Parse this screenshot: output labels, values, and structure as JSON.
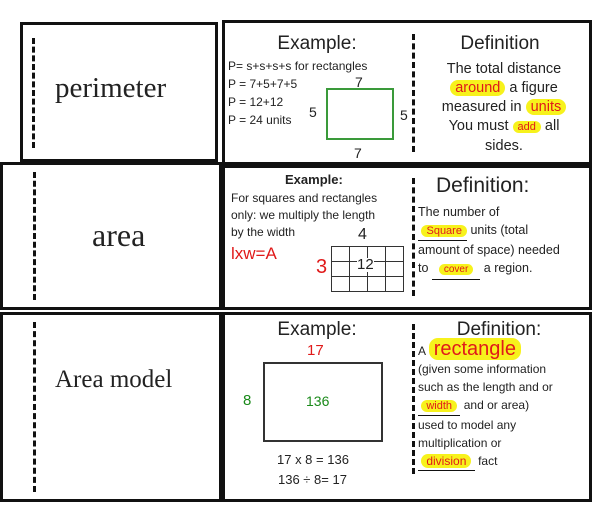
{
  "rows": [
    {
      "term": "perimeter",
      "example": {
        "heading": "Example:",
        "lines": [
          "P= s+s+s+s for rectangles",
          "P = 7+5+7+5",
          "P = 12+12",
          "P = 24 units"
        ],
        "labels": {
          "top": "7",
          "left": "5",
          "right": "5",
          "bottom": "7"
        }
      },
      "definition": {
        "heading": "Definition",
        "text1": "The total distance",
        "fill_around": "around",
        "text2": "a figure",
        "text3": "measured in",
        "fill_units": "units",
        "text4": "You must",
        "fill_add": "add",
        "text5": "all",
        "text6": "sides."
      }
    },
    {
      "term": "area",
      "example": {
        "heading": "Example:",
        "lines": [
          "For squares and rectangles",
          "only: we multiply the length",
          "by the width"
        ],
        "formula": "lxw=A",
        "grid_top": "4",
        "grid_left": "3",
        "grid_center": "12"
      },
      "definition": {
        "heading": "Definition:",
        "text1": "The number of",
        "fill_square": "Square",
        "text2": "units (total",
        "text3": "amount of space) needed",
        "text4": "to",
        "fill_cover": "cover",
        "text5": "a region."
      }
    },
    {
      "term": "Area model",
      "example": {
        "heading": "Example:",
        "top": "17",
        "left": "8",
        "center": "136",
        "eq1": "17 x 8 = 136",
        "eq2": "136 ÷ 8= 17"
      },
      "definition": {
        "heading": "Definition:",
        "text_a": "A",
        "fill_rectangle": "rectangle",
        "text1": "(given some information",
        "text2": "such as the length and or",
        "fill_width": "width",
        "text3": "and or area)",
        "text4": "used to model any",
        "text5": "multiplication or",
        "fill_division": "division",
        "text6": "fact"
      }
    }
  ]
}
